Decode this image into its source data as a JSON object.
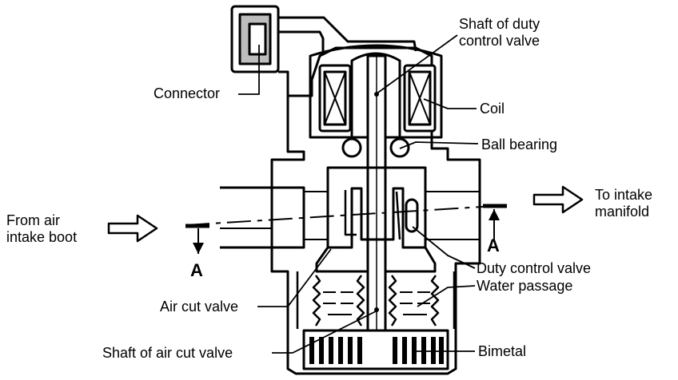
{
  "labels": {
    "shaft_duty": [
      "Shaft of duty",
      "control valve"
    ],
    "connector": "Connector",
    "coil": "Coil",
    "ball_bearing": "Ball bearing",
    "to_intake": [
      "To intake",
      "manifold"
    ],
    "from_air": [
      "From air",
      "intake boot"
    ],
    "section_left": "A",
    "section_right": "A",
    "duty_control_valve": "Duty control valve",
    "water_passage": "Water passage",
    "air_cut_valve": "Air cut valve",
    "shaft_air_cut": "Shaft of air cut valve",
    "bimetal": "Bimetal"
  },
  "colors": {
    "ink": "#000000",
    "paper": "#ffffff",
    "fill": "#bdbdbd"
  }
}
